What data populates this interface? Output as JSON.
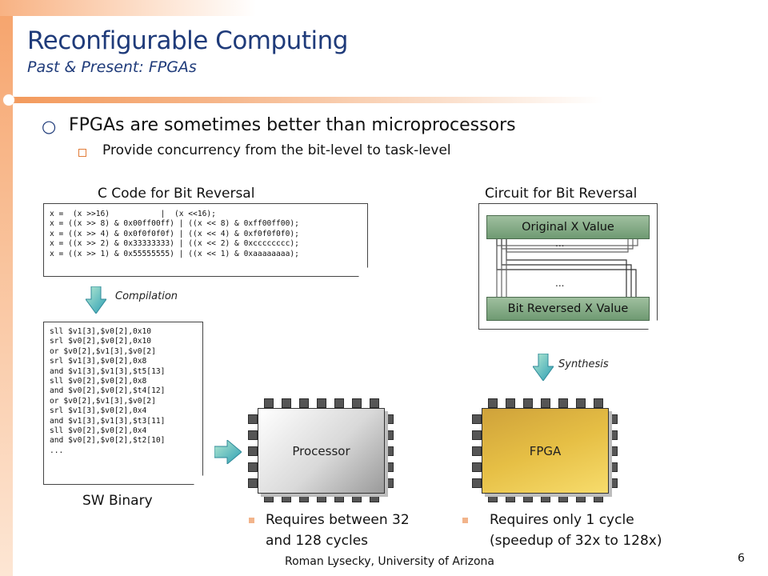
{
  "slide": {
    "title": "Reconfigurable Computing",
    "subtitle": "Past & Present: FPGAs",
    "footer": "Roman Lysecky, University of Arizona",
    "page_number": "6"
  },
  "bullets": {
    "main": "FPGAs are sometimes better than microprocessors",
    "sub": "Provide concurrency from the bit-level to task-level"
  },
  "left_panel": {
    "label": "C Code for Bit Reversal",
    "code_lines": [
      "x =  (x >>16)           |  (x <<16);",
      "x = ((x >> 8) & 0x00ff00ff) | ((x << 8) & 0xff00ff00);",
      "x = ((x >> 4) & 0x0f0f0f0f) | ((x << 4) & 0xf0f0f0f0);",
      "x = ((x >> 2) & 0x33333333) | ((x << 2) & 0xcccccccc);",
      "x = ((x >> 1) & 0x55555555) | ((x << 1) & 0xaaaaaaaa);"
    ],
    "compilation_label": "Compilation",
    "asm_lines": [
      "sll $v1[3],$v0[2],0x10",
      "srl $v0[2],$v0[2],0x10",
      "or $v0[2],$v1[3],$v0[2]",
      "srl $v1[3],$v0[2],0x8",
      "and $v1[3],$v1[3],$t5[13]",
      "sll $v0[2],$v0[2],0x8",
      "and $v0[2],$v0[2],$t4[12]",
      "or $v0[2],$v1[3],$v0[2]",
      "srl $v1[3],$v0[2],0x4",
      "and $v1[3],$v1[3],$t3[11]",
      "sll $v0[2],$v0[2],0x4",
      "and $v0[2],$v0[2],$t2[10]",
      "..."
    ],
    "binary_label": "SW Binary",
    "processor_label": "Processor",
    "result_text": "Requires between 32 and 128 cycles"
  },
  "right_panel": {
    "label": "Circuit for Bit Reversal",
    "original_value": "Original X Value",
    "reversed_value": "Bit Reversed X Value",
    "ellipsis_top": "...",
    "ellipsis_bottom": "...",
    "synthesis_label": "Synthesis",
    "fpga_label": "FPGA",
    "result_text": "Requires only 1 cycle (speedup of 32x to 128x)"
  },
  "colors": {
    "title_blue": "#1f3b7a",
    "accent_orange": "#f39a5c",
    "circuit_green": "#7fa883",
    "fpga_gold": "#e3b534",
    "arrow_teal": "#4fb3bf"
  },
  "icons": {
    "down_arrow": "down-arrow-icon",
    "right_arrow": "right-arrow-icon"
  }
}
